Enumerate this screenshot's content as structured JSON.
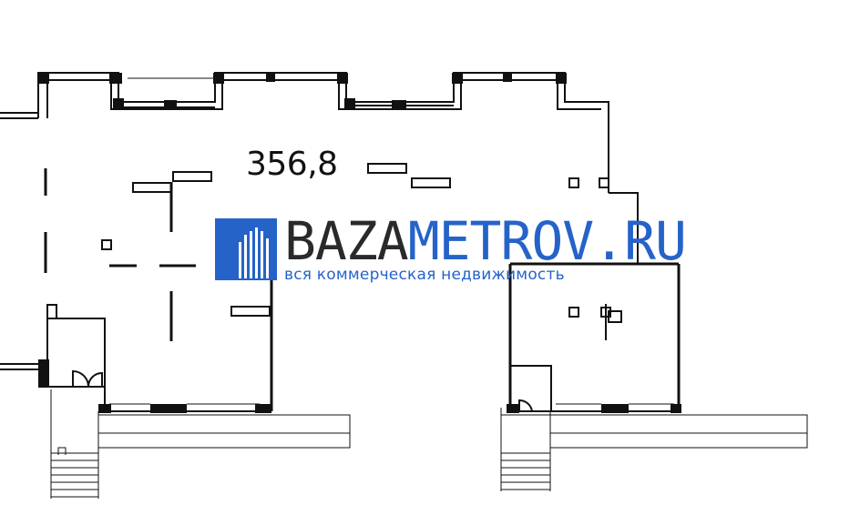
{
  "plan": {
    "area_label": "356,8"
  },
  "watermark": {
    "brand_part1": "BAZA",
    "brand_part2": "METROV.RU",
    "tagline": "вся коммерческая недвижимость",
    "color_dark": "#2a2a2a",
    "color_blue": "#2563c9"
  }
}
